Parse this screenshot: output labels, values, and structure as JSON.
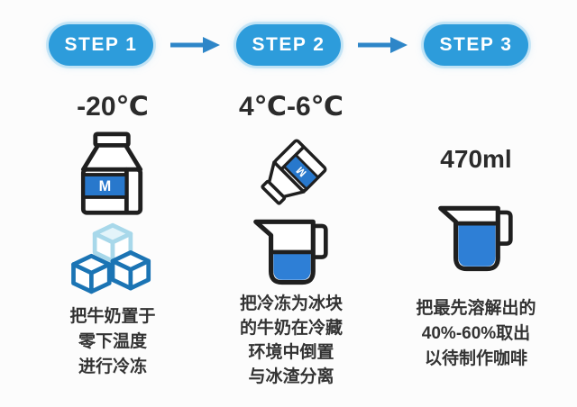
{
  "colors": {
    "pill_blue": "#2D9CDB",
    "arrow_blue": "#2E86C8",
    "liquid_blue": "#2E7FD6",
    "label_blue": "#2878CC",
    "ice_light": "#A8D8EA",
    "ice_dark": "#1B74B4",
    "outline_dark": "#1f1f1f",
    "text_dark": "#2b2b2b"
  },
  "milk_label": "M",
  "steps": [
    {
      "badge": "STEP 1",
      "value": "-20℃",
      "icons": [
        "milk-carton",
        "ice-cubes"
      ],
      "caption_lines": [
        "把牛奶置于",
        "零下温度",
        "进行冷冻"
      ]
    },
    {
      "badge": "STEP 2",
      "value": "4℃-6℃",
      "icons": [
        "tilted-milk-carton",
        "measuring-cup-half-full"
      ],
      "caption_lines": [
        "把冷冻为冰块",
        "的牛奶在冷藏",
        "环境中倒置",
        "与冰渣分离"
      ]
    },
    {
      "badge": "STEP 3",
      "value": "470ml",
      "icons": [
        "measuring-cup-mostly-full"
      ],
      "caption_lines": [
        "把最先溶解出的",
        "40%-60%取出",
        "以待制作咖啡"
      ]
    }
  ]
}
